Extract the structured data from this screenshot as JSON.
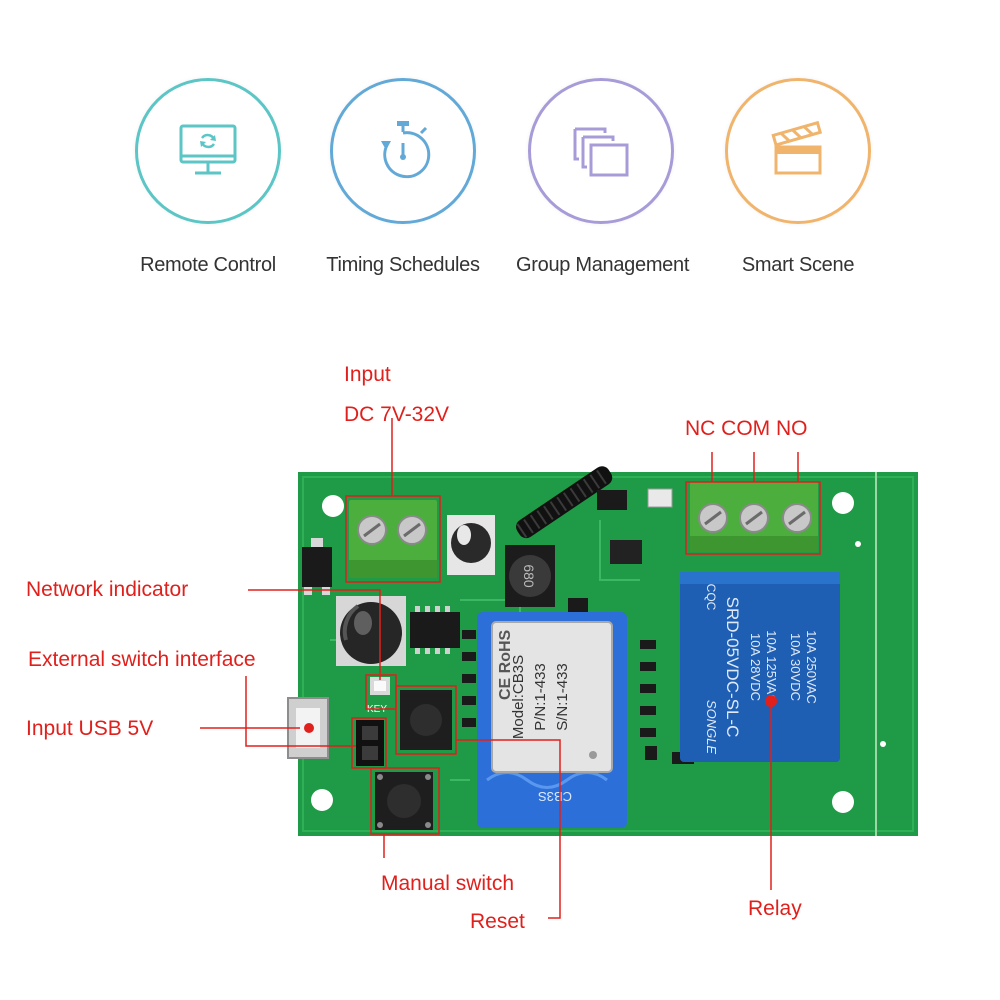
{
  "features": [
    {
      "label": "Remote Control",
      "icon": "monitor-refresh-icon",
      "color": "#5cc5c5"
    },
    {
      "label": "Timing Schedules",
      "icon": "stopwatch-icon",
      "color": "#62a9d8"
    },
    {
      "label": "Group Management",
      "icon": "stacked-windows-icon",
      "color": "#a89cd8"
    },
    {
      "label": "Smart Scene",
      "icon": "clapperboard-icon",
      "color": "#f0b46c"
    }
  ],
  "callouts": {
    "input_line1": "Input",
    "input_line2": "DC 7V-32V",
    "relay_terminals": "NC COM NO",
    "network_indicator": "Network indicator",
    "external_switch": "External switch interface",
    "input_usb": "Input USB 5V",
    "manual_switch": "Manual switch",
    "reset": "Reset",
    "relay": "Relay"
  },
  "board": {
    "module_model": "Model:CB3S",
    "module_pn": "P/N:1-433",
    "module_sn": "S/N:1-433",
    "antenna_label": "CB3S",
    "inductor_label": "680",
    "key_label": "KEY",
    "relay_brand": "SONGLE",
    "relay_rating1": "10A 250VAC",
    "relay_rating2": "10A 30VDC",
    "relay_rating3": "10A 125VAC",
    "relay_rating4": "10A 28VDC",
    "relay_model": "SRD-05VDC-SL-C",
    "relay_cqc": "CQC"
  },
  "colors": {
    "callout": "#e0201c",
    "pcb": "#1f9a46",
    "terminal": "#4cae3c",
    "relay": "#1e5fb4"
  }
}
